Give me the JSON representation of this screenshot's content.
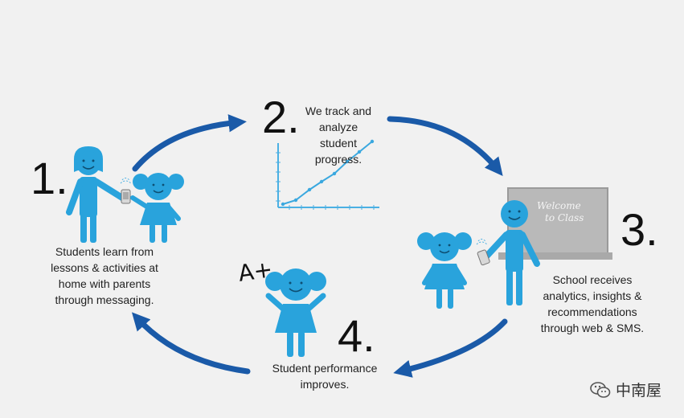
{
  "steps": [
    {
      "number": "1.",
      "lines": [
        "Students learn from",
        "lessons & activities at",
        "home with parents",
        "through messaging."
      ]
    },
    {
      "number": "2.",
      "lines": [
        "We track and",
        "analyze",
        "student",
        "progress."
      ]
    },
    {
      "number": "3.",
      "lines": [
        "School receives",
        "analytics, insights &",
        "recommendations",
        "through web & SMS."
      ]
    },
    {
      "number": "4.",
      "lines": [
        "Student performance",
        "improves."
      ]
    }
  ],
  "board": {
    "lines": [
      "Welcome",
      "to Class"
    ]
  },
  "grade_mark": "A+",
  "watermark": {
    "text": "中南屋",
    "icon": "wechat-icon"
  },
  "colors": {
    "figure": "#29a3dc",
    "arrow": "#1a5aa8",
    "board": "#b9b9b9"
  }
}
